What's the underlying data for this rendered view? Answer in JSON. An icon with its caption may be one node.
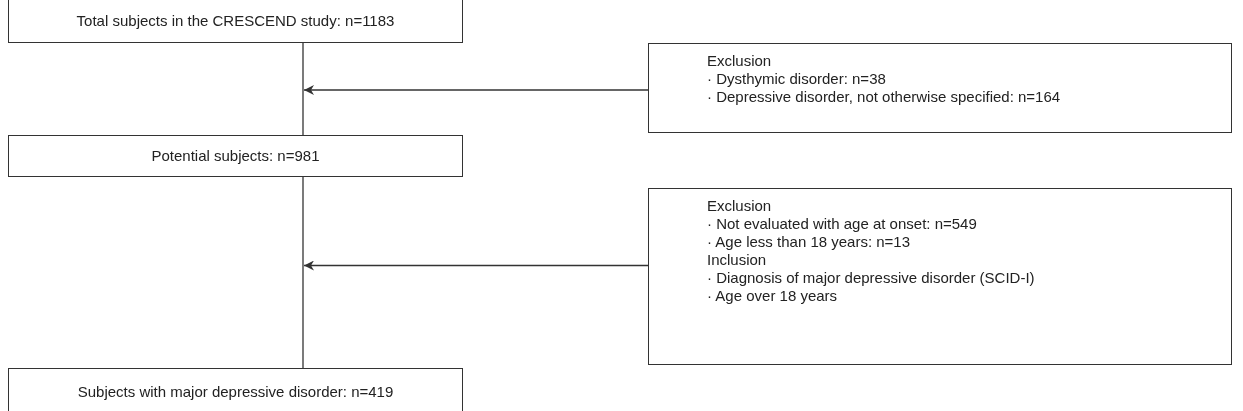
{
  "diagram": {
    "nodes": [
      {
        "text": [
          "Total subjects in the CRESCEND study: n=1183"
        ]
      },
      {
        "text": [
          "Exclusion",
          "· Dysthymic disorder: n=38",
          "· Depressive disorder, not otherwise specified: n=164"
        ]
      },
      {
        "text": [
          "Potential subjects: n=981"
        ]
      },
      {
        "text": [
          "Exclusion",
          "· Not evaluated with age at onset: n=549",
          "· Age less than 18 years: n=13",
          "Inclusion",
          "· Diagnosis of major depressive disorder (SCID-I)",
          "· Age over 18 years"
        ]
      },
      {
        "text": [
          "Subjects with major depressive disorder: n=419"
        ]
      }
    ],
    "edges": [
      {
        "from": 0,
        "to": 2,
        "arrow": "none"
      },
      {
        "from": 1,
        "to": null,
        "arrow": "to"
      },
      {
        "from": 2,
        "to": 4,
        "arrow": "none"
      },
      {
        "from": 3,
        "to": null,
        "arrow": "to"
      }
    ]
  }
}
